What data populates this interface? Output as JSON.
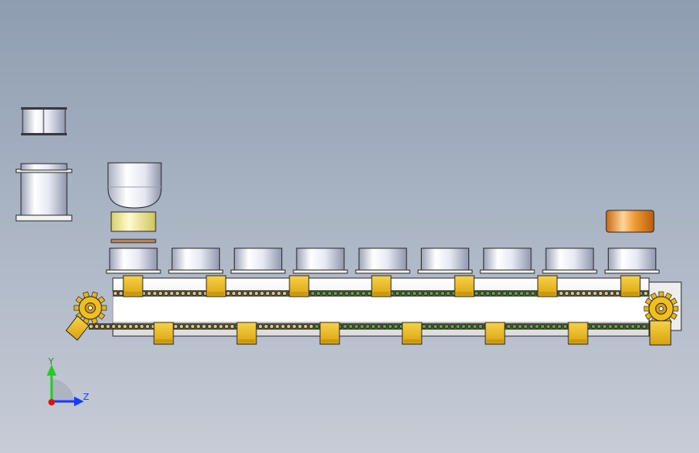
{
  "viewport": {
    "triad": {
      "y_label": "Y",
      "z_label": "Z",
      "y_color": "#22cc22",
      "z_color": "#1a3cff",
      "x_color": "#e01010"
    }
  },
  "colors": {
    "background_top": "#8f9db1",
    "background_bottom": "#c7ccd6",
    "cylinder_light": "#ffffff",
    "cylinder_mid": "#dde2ef",
    "cylinder_dark": "#8f97ad",
    "bracket_yellow": "#f0bf1e",
    "lid_yellow": "#f3ec9a",
    "cap_orange": "#e98c1e",
    "rail_white": "#f4f4f4",
    "chain_dark": "#3b3b2a",
    "chain_green": "#3e8a2a",
    "outline": "#2a2a2a"
  },
  "parts": {
    "cup_count": 9,
    "upper_bracket_count": 7,
    "lower_bracket_count": 7
  }
}
